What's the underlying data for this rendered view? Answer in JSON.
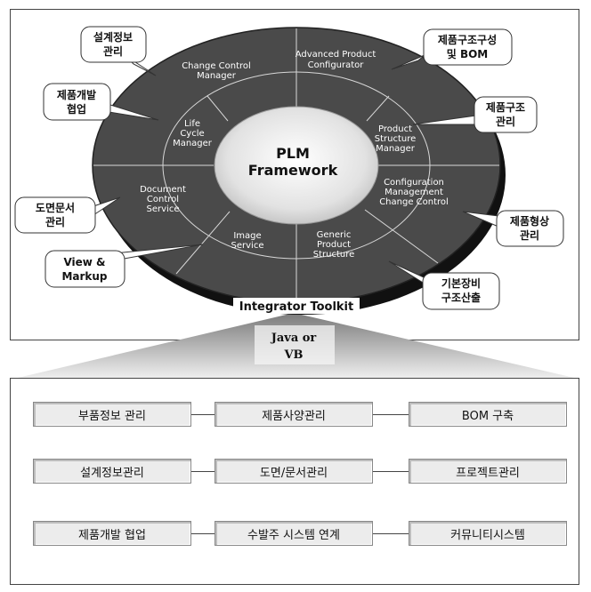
{
  "diagram": {
    "center": {
      "line1": "PLM",
      "line2": "Framework"
    },
    "outer_ring": [
      {
        "id": "change-control-manager",
        "lines": [
          "Change Control",
          "Manager"
        ]
      },
      {
        "id": "advanced-product-configurator",
        "lines": [
          "Advanced Product",
          "Configurator"
        ]
      },
      {
        "id": "document-control-service",
        "lines": [
          "Document",
          "Control",
          "Service"
        ]
      },
      {
        "id": "image-service",
        "lines": [
          "Image",
          "Service"
        ]
      },
      {
        "id": "generic-product-structure",
        "lines": [
          "Generic",
          "Product",
          "Structure"
        ]
      },
      {
        "id": "configuration-management",
        "lines": [
          "Configuration",
          "Management",
          "Change Control"
        ]
      }
    ],
    "inner_ring": [
      {
        "id": "life-cycle-manager",
        "lines": [
          "Life",
          "Cycle",
          "Manager"
        ]
      },
      {
        "id": "product-structure-manager",
        "lines": [
          "Product",
          "Structure",
          "Manager"
        ]
      }
    ],
    "callouts": [
      {
        "id": "design-info",
        "lines": [
          "설계정보",
          "관리"
        ]
      },
      {
        "id": "product-structure-config",
        "lines": [
          "제품구조구성",
          "및 BOM"
        ]
      },
      {
        "id": "product-dev-collab",
        "lines": [
          "제품개발",
          "협업"
        ]
      },
      {
        "id": "product-structure-mgmt",
        "lines": [
          "제품구조",
          "관리"
        ]
      },
      {
        "id": "drawing-doc-mgmt",
        "lines": [
          "도면문서",
          "관리"
        ]
      },
      {
        "id": "product-config-mgmt",
        "lines": [
          "제품형상",
          "관리"
        ]
      },
      {
        "id": "view-markup",
        "lines": [
          "View &",
          "Markup"
        ]
      },
      {
        "id": "basic-equipment",
        "lines": [
          "기본장비",
          "구조산출"
        ]
      }
    ],
    "toolkit_label": "Integrator Toolkit",
    "connector_label": {
      "line1": "Java or",
      "line2": "VB"
    }
  },
  "modules": [
    [
      "부품정보 관리",
      "제품사양관리",
      "BOM 구축"
    ],
    [
      "설계정보관리",
      "도면/문서관리",
      "프로젝트관리"
    ],
    [
      "제품개발 협업",
      "수발주 시스템 연계",
      "커뮤니티시스템"
    ]
  ]
}
